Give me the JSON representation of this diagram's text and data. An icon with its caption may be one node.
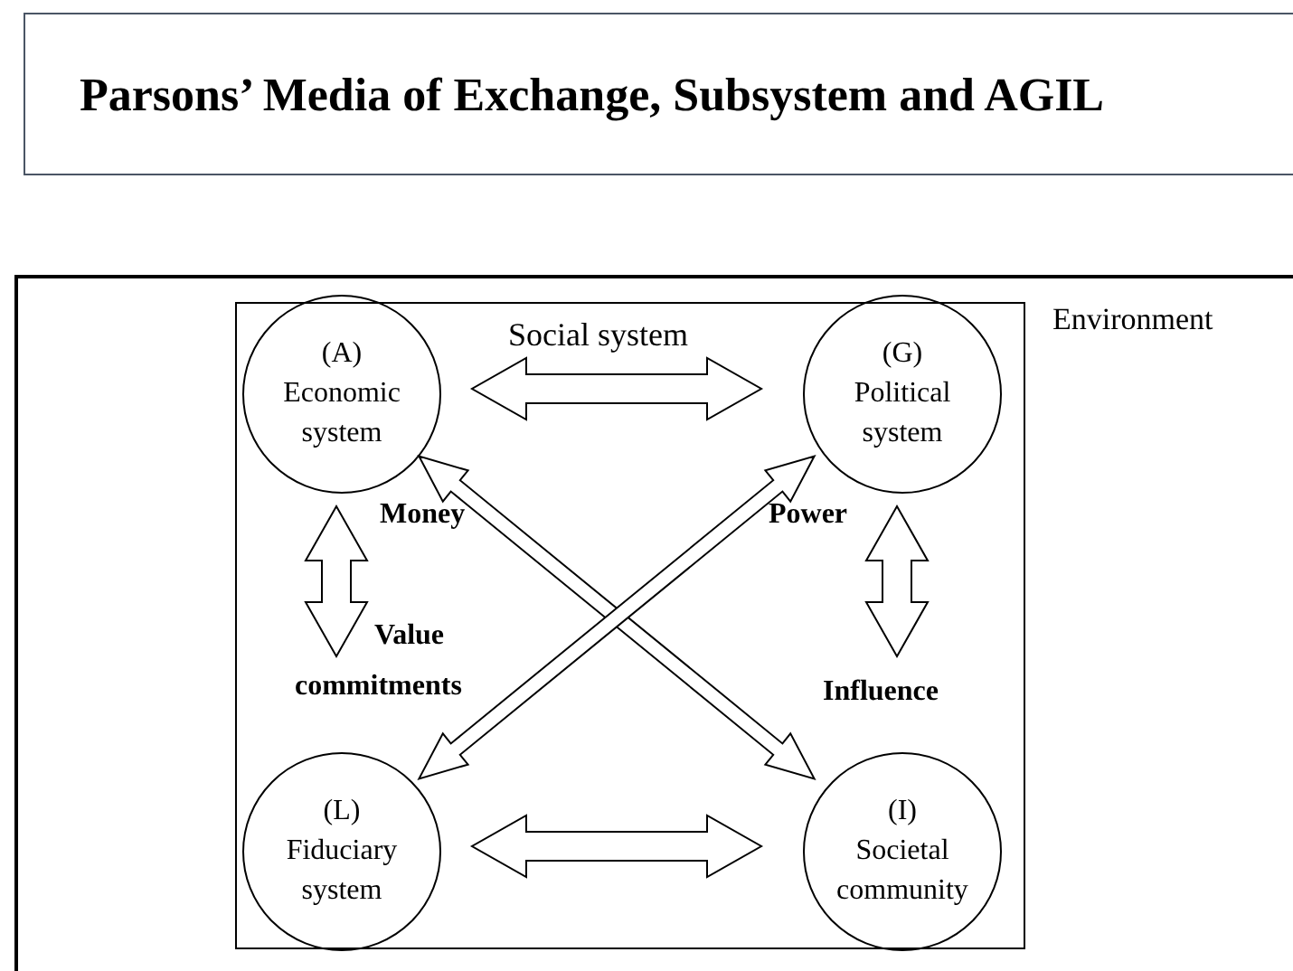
{
  "diagram": {
    "title": "Parsons’ Media of Exchange, Subsystem and AGIL",
    "nodes": [
      {
        "text": [
          "Environment"
        ]
      },
      {
        "text": [
          "Social system"
        ],
        "in": 0
      },
      {
        "text": [
          "(A)",
          "Economic system"
        ],
        "in": 1
      },
      {
        "text": [
          "(G)",
          "Political system"
        ],
        "in": 1
      },
      {
        "text": [
          "(L)",
          "Fiduciary system"
        ],
        "in": 1
      },
      {
        "text": [
          "(I)",
          "Societal community"
        ],
        "in": 1
      }
    ],
    "edges": [
      {
        "from": 2,
        "to": 3,
        "arrow": "both"
      },
      {
        "from": 2,
        "to": 4,
        "arrow": "both"
      },
      {
        "from": 3,
        "to": 5,
        "arrow": "both"
      },
      {
        "from": 2,
        "to": 5,
        "arrow": "both"
      },
      {
        "from": 3,
        "to": 4,
        "arrow": "both"
      },
      {
        "from": 4,
        "to": 5,
        "arrow": "both"
      }
    ],
    "labels": [
      "Money",
      "Power",
      "Value commitments",
      "Influence"
    ]
  }
}
